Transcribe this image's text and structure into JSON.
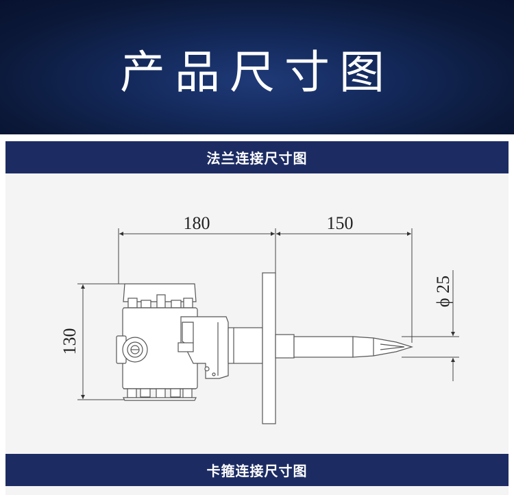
{
  "page_title": "产品尺寸图",
  "sections": [
    {
      "title": "法兰连接尺寸图"
    },
    {
      "title": "卡箍连接尺寸图"
    }
  ],
  "dimensions": {
    "overall_length_label": "180",
    "probe_length_label": "150",
    "height_label": "130",
    "diameter_label": "ϕ 25"
  },
  "colors": {
    "banner": "#0b1838",
    "section_bar": "#1c2c63",
    "panel": "#f4f4f4"
  }
}
